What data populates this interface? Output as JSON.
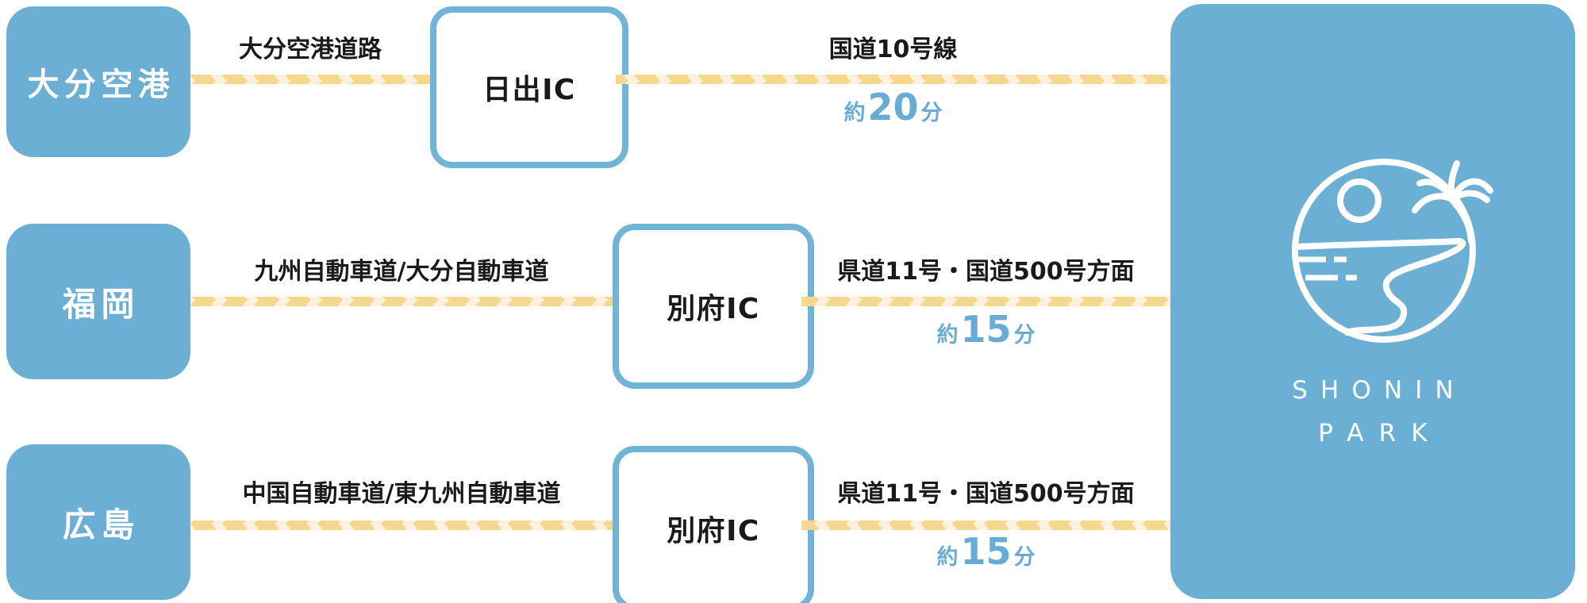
{
  "colors": {
    "blue": "#6CAFD5",
    "blue_border": "#72B3D8",
    "time_blue": "#68ACD6",
    "yellow": "#F5D78E",
    "cream": "#FCF1DD",
    "text_dark": "#1A1A1A"
  },
  "routes": [
    {
      "origin": "大分空港",
      "ic": "日出IC",
      "seg1_label": "大分空港道路",
      "seg2_label": "国道10号線",
      "time_prefix": "約",
      "time_value": "20",
      "time_suffix": "分"
    },
    {
      "origin": "福岡",
      "ic": "別府IC",
      "seg1_label": "九州自動車道/大分自動車道",
      "seg2_label": "県道11号・国道500号方面",
      "time_prefix": "約",
      "time_value": "15",
      "time_suffix": "分"
    },
    {
      "origin": "広島",
      "ic": "別府IC",
      "seg1_label": "中国自動車道/東九州自動車道",
      "seg2_label": "県道11号・国道500号方面",
      "time_prefix": "約",
      "time_value": "15",
      "time_suffix": "分"
    }
  ],
  "destination": {
    "logo_icon": "beach-palm-sun-logo",
    "name_line1": "SHONIN",
    "name_line2": "PARK"
  }
}
